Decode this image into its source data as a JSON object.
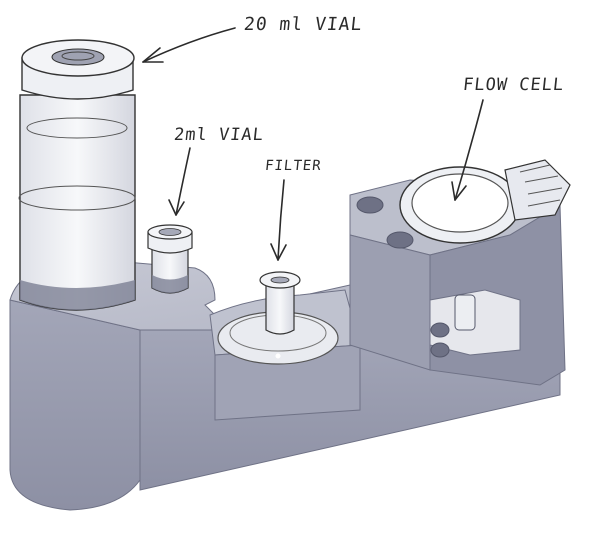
{
  "labels": {
    "vial_20ml": "20 ml VIAL",
    "vial_2ml": "2ml VIAL",
    "filter": "FILTER",
    "flow_cell": "FLOW CELL"
  },
  "colors": {
    "block_top": "#b9bccb",
    "block_front": "#9a9db0",
    "block_dark": "#7e8195",
    "glass": "#eef0f4",
    "sketch": "#333333"
  }
}
